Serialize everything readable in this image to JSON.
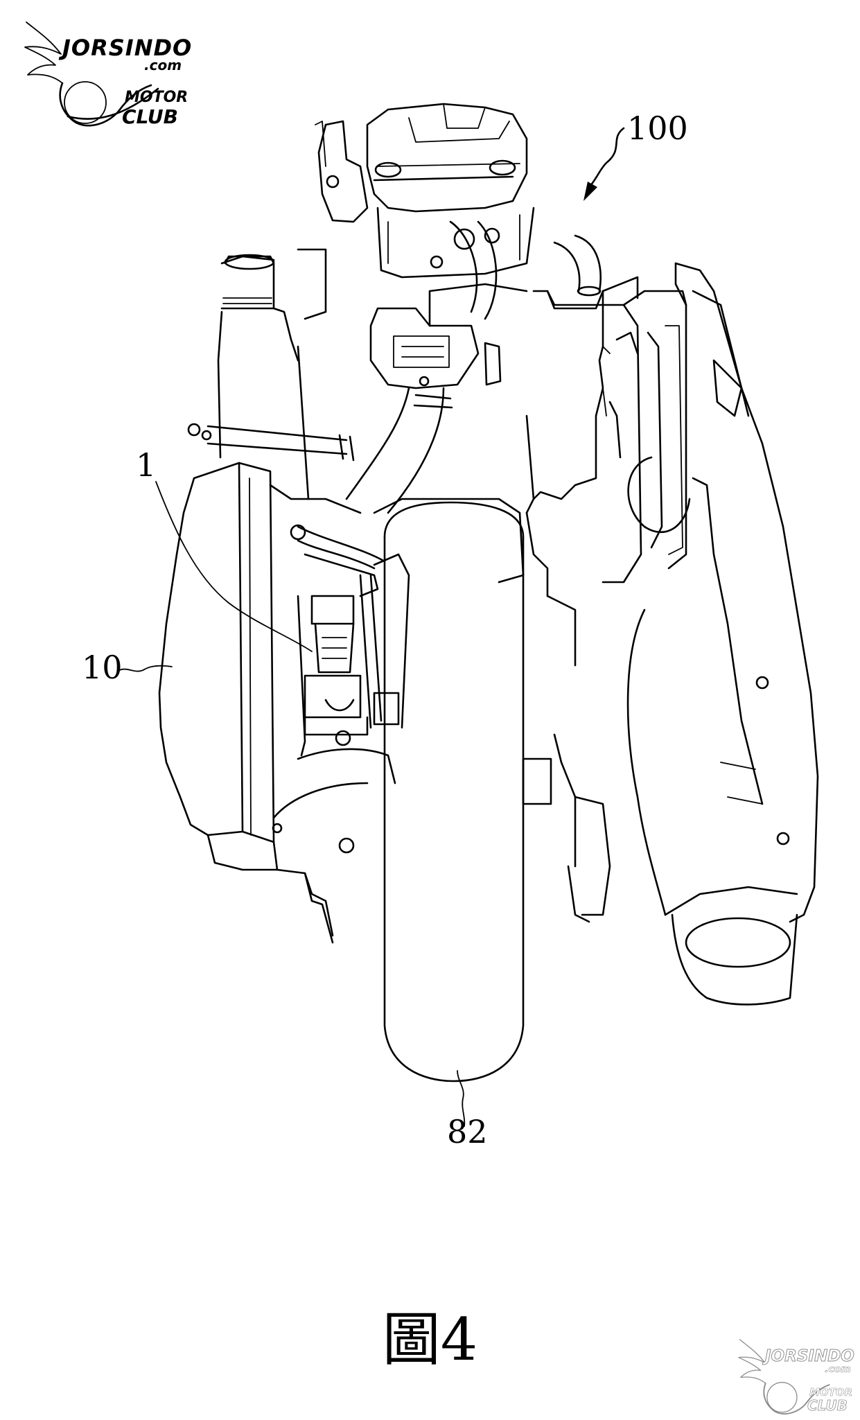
{
  "logo": {
    "brand": "JORSINDO",
    "domain": ".com",
    "line1": "MOTOR",
    "line2": "CLUB"
  },
  "labels": {
    "assembly": "100",
    "part1": "1",
    "part10": "10",
    "part82": "82"
  },
  "caption": "圖4"
}
